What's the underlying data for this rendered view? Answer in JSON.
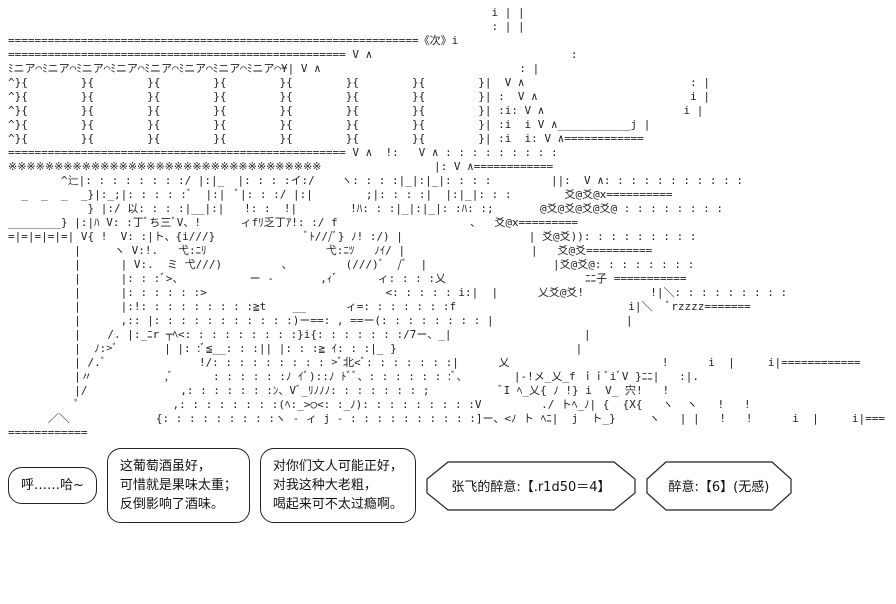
{
  "art_lines": [
    "                                                                         i | |",
    "                                                                         : | |",
    "==============================================================《次》i",
    "=================================================== V ∧                              :",
    "ﾐニア⌒ﾐニア⌒ﾐニア⌒ﾐニア⌒ﾐニア⌒ﾐニア⌒ﾐニア⌒ﾐニア⌒¥| V ∧                              : |",
    "^}{        }{        }{        }{        }{        }{        }{        }|  V ∧                         : |",
    "^}{        }{        }{        }{        }{        }{        }{        }| :  V ∧                       i |",
    "^}{        }{        }{        }{        }{        }{        }{        }| :i: V ∧                     i |",
    "^}{        }{        }{        }{        }{        }{        }{        }| :i  i V ∧___________j |",
    "^}{        }{        }{        }{        }{        }{        }{        }| :i  i: V ∧============",
    "=================================================== V ∧  !:   V ∧ : : : : : : : : :",
    "※※※※※※※※※※※※※※※※※※※※※※※※※※※※※※※※※※                 |: V ∧============",
    "        ^辷|: : : : : : : :/ |:|_  |: : : :イ:/    ヽ: : : :|_|:|_|: : : :         ||:  V ∧: : : : : : : : : : :",
    "  _  _  _  _}|:_;|: : : : :ﾞ  |:|  ﾞ|: : :/ |:|        ;|: : : :|  |:|_|: : :        爻@爻@ⅹ==========",
    "            } |:/ 以: : : :|__|:|   !: :  !|        !ﾊ: : :|_|:|_|: :ﾊ: :;       @爻@爻@爻@爻@ : : : : : : : :",
    "________} |:|ﾊ V: :丁ﾞち三ﾞV、!      ィfﾘ乏丁ｱ!: :/ f                    、  爻@ⅹ=========",
    "=|=|=|=|=| V{ !  V: :|ト、{i///}              ﾞﾄ///ﾞ} ﾉ! :/) |                   | 爻@爻)): : : : : : : : :",
    "          |     ヽ V:!.   弋:ﾆﾘ                  弋:ﾆﾂ   ﾉｲ/ |                   |   爻@爻==========",
    "          |      | V:.  ミ 弋///)         、        (///)ﾞ  /ﾞ  |                   |爻@爻@: : : : : : : :",
    "          |      |: : :ﾞ>、          ー -       ,ｨﾞ      ィ: : : :乂                     ﾆﾆ子 ===========",
    "          |      |: : : : : :>                           <: : : : : i:|  |      乂爻@爻!          !|＼: : : : : : : : :",
    "          |      |:!: : : : : : : : :≧t    __      ィ=: : : : : : :f                          i|＼  ﾞrzzzz=======",
    "          |      ,:: |: : : : : : : : : : :)ー==: , ==ー(: : : : : : : : |                    |",
    "          |    /. |:_ﾆr ┬ﾍ<: : : : : : : : :}i{: : : : : : :/7ー、_|                    |",
    "          |  ﾉ:>ﾞ       | |: :ﾞ≦__: : :|| |: : :≧ ｲ: : :|_ }                           |",
    "          | /.ﾞ              !/: : : : : : : : : >ﾞ北<ﾞ: : : : : : :|      乂                       !      i  |     i|============",
    "          |〃           ,ﾞ      : : : : : :ﾉ ｲﾞ)::ﾉ ﾄﾞﾞ、: : : : : : :ﾞ、       |-!メ_乂_f ｉｉﾞiﾞV }ﾆﾆ|   :|.",
    "          |/              ,: : : : : : :ﾝ、Vﾞ_ﾘﾉﾉﾉ: : : : : : : ;           ﾞI ﾍ_乂{ ﾉ !} i  V_ 宍!   !",
    "          ﾟ              ,: : : : : : : :(ﾍ:_>○<: :_ﾉ): : : : : : : : :V         ./ トﾍ_ﾉ| {  {X{   ヽ  ヽ   !   !",
    "      ／＼             {: : : : : : : : :ヽ - ィ j ‐ : : : : : : : : : :]ー、<ﾉ ト ﾍﾆ|  j  ト_}     ヽ   | |   !   !      i  |     i|===============",
    ""
  ],
  "bubbles": {
    "b1": [
      "呼……哈~"
    ],
    "b2": [
      "这葡萄酒虽好，",
      "可惜就是果味太重；",
      "反倒影响了酒味。"
    ],
    "b3": [
      "对你们文人可能正好，",
      "对我这种大老粗，",
      "喝起来可不太过瘾啊。"
    ]
  },
  "status": {
    "zhangfei_drunk": "张飞的醉意:【.r1d50＝4】",
    "drunk": "醉意:【6】(无感)"
  }
}
